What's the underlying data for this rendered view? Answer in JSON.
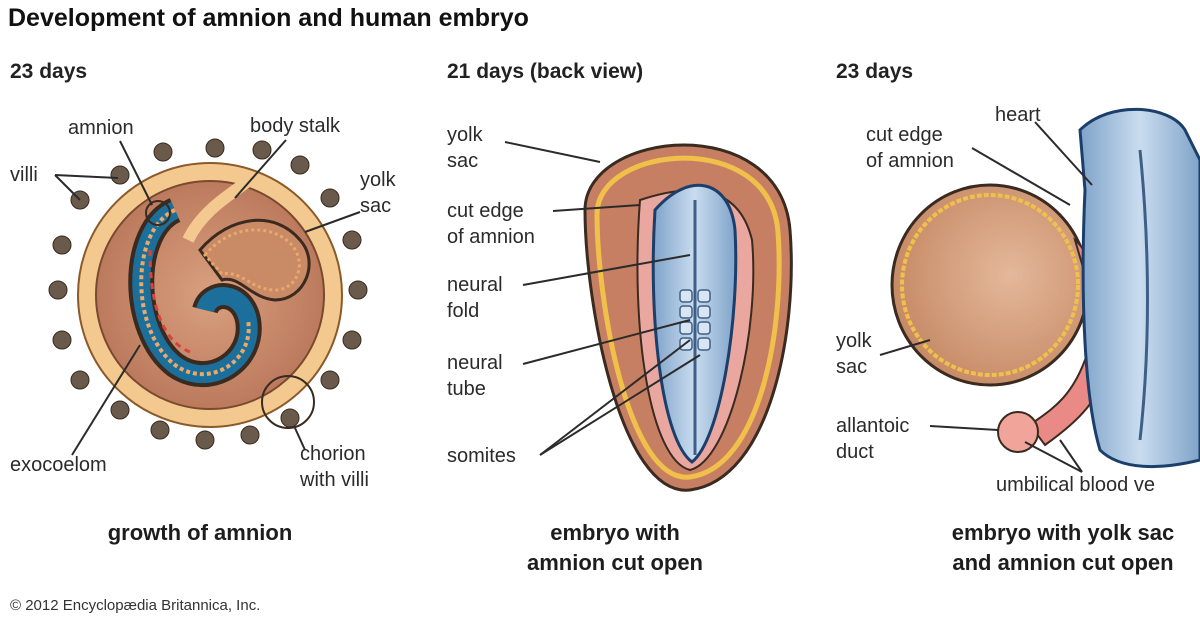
{
  "title": "Development of amnion and human embryo",
  "panels": [
    {
      "subtitle": "23 days",
      "caption": "growth of amnion",
      "labels": {
        "amnion": "amnion",
        "body_stalk": "body stalk",
        "villi": "villi",
        "yolk_sac_line1": "yolk",
        "yolk_sac_line2": "sac",
        "exocoelom": "exocoelom",
        "chorion_line1": "chorion",
        "chorion_line2": "with villi"
      }
    },
    {
      "subtitle": "21 days (back view)",
      "caption_line1": "embryo with",
      "caption_line2": "amnion cut open",
      "labels": {
        "yolk_sac_line1": "yolk",
        "yolk_sac_line2": "sac",
        "cut_edge_line1": "cut edge",
        "cut_edge_line2": "of amnion",
        "neural_fold_line1": "neural",
        "neural_fold_line2": "fold",
        "neural_tube_line1": "neural",
        "neural_tube_line2": "tube",
        "somites": "somites"
      }
    },
    {
      "subtitle": "23 days",
      "caption_line1": "embryo with yolk sac",
      "caption_line2": "and amnion cut open",
      "labels": {
        "heart": "heart",
        "cut_edge_line1": "cut edge",
        "cut_edge_line2": "of amnion",
        "yolk_sac_line1": "yolk",
        "yolk_sac_line2": "sac",
        "allantoic_line1": "allantoic",
        "allantoic_line2": "duct",
        "umbilical": "umbilical blood ve"
      }
    }
  ],
  "copyright": "© 2012 Encyclopædia Britannica, Inc.",
  "colors": {
    "chorion": "#f3c98f",
    "exocoelom": "#c98a66",
    "amnion_blue": "#1b6f9a",
    "yolk_orange": "#e9a96b",
    "embryo_blue": "#a9c6e0",
    "vessel_pink": "#e98a86",
    "outline": "#3a2a1f"
  }
}
